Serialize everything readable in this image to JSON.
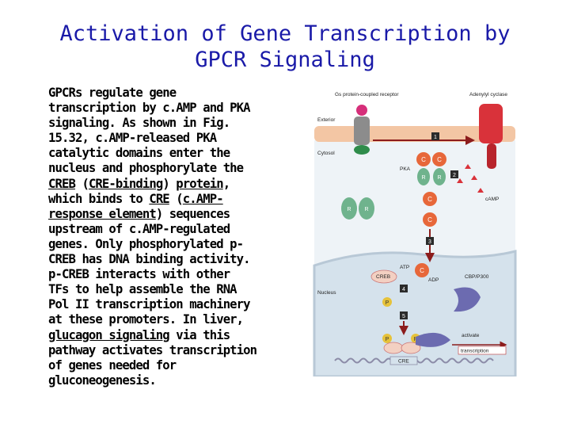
{
  "title": {
    "line1": "Activation of Gene Transcription by",
    "line2": "GPCR Signaling"
  },
  "body": {
    "l01": "GPCRs regulate gene",
    "l02": "transcription by c.AMP and PKA",
    "l03": "signaling. As shown in Fig.",
    "l04": "15.32, c.AMP-released PKA",
    "l05": "catalytic domains enter the",
    "l06": "nucleus and phosphorylate the",
    "l07_creb": "CREB",
    "l07_mid": " (",
    "l07_bind": "CRE-binding",
    "l07_sp": ") ",
    "l07_protein": "protein",
    "l07_end": ",",
    "l08_pre": "which binds to ",
    "l08_cre": "CRE",
    "l08_mid": " (",
    "l08_camp": "c.AMP-",
    "l09_resp": "response element",
    "l09_end": ") sequences",
    "l10": "upstream of c.AMP-regulated",
    "l11": "genes. Only phosphorylated p-",
    "l12": "CREB has DNA binding activity.",
    "l13": "p-CREB interacts with other",
    "l14": "TFs to help assemble the RNA",
    "l15": "Pol II transcription machinery",
    "l16": "at these promoters. In liver,",
    "l17_glucagon": "glucagon signaling",
    "l17_end": " via this",
    "l18": "pathway activates transcription",
    "l19": "of genes needed for",
    "l20": "gluconeogenesis."
  },
  "figure": {
    "gs_receptor": "Gs protein-coupled receptor",
    "adenylyl_cyclase": "Adenylyl cyclase",
    "exterior": "Exterior",
    "cytosol": "Cytosol",
    "nucleus": "Nucleus",
    "pka": "PKA",
    "camp": "cAMP",
    "atp": "ATP",
    "adp": "ADP",
    "creb": "CREB",
    "cre": "CRE",
    "cbp": "CBP/P300",
    "activate": "activate",
    "transcription": "transcription",
    "c": "C",
    "r": "R",
    "p": "P",
    "steps": [
      "1",
      "2",
      "3",
      "4",
      "5"
    ],
    "colors": {
      "membrane": "#f3c6a4",
      "cytosol": "#eef3f7",
      "nucleus": "#d5e2ec",
      "receptor": "#8c8c8c",
      "cyclase": "#d9323a",
      "pka_c": "#e7673a",
      "pka_r": "#6fb38d",
      "cbp": "#6c6bb0",
      "dna": "#8c8ca8",
      "arrow": "#8c1c1c",
      "step_box": "#2b2b2b"
    }
  }
}
